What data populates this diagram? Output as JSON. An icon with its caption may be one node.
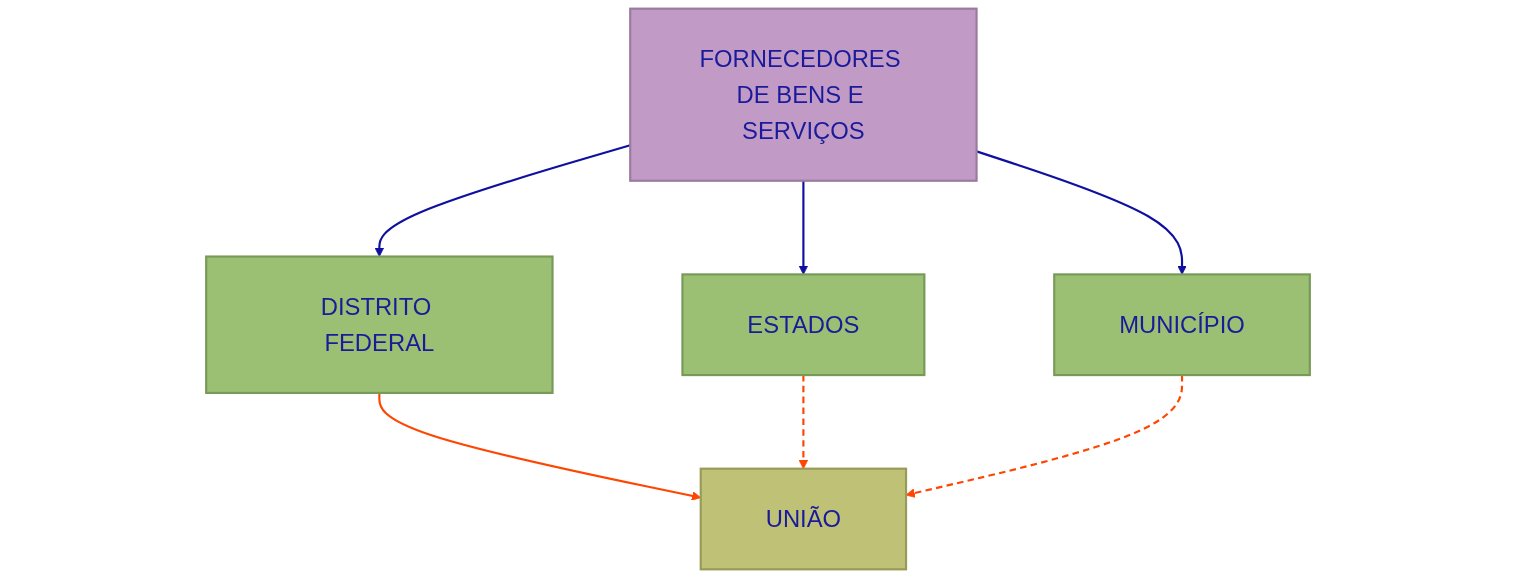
{
  "diagram": {
    "nodes": [
      {
        "text": [
          "FORNECEDORES DE BENS E SERVIÇOS"
        ]
      },
      {
        "text": [
          "ESTADOS"
        ]
      },
      {
        "text": [
          "DISTRITO FEDERAL"
        ]
      },
      {
        "text": [
          "MUNICÍPIO"
        ]
      },
      {
        "text": [
          "UNIÃO"
        ]
      }
    ],
    "edges": [
      {
        "from": 0,
        "to": 1,
        "arrow": "to"
      },
      {
        "from": 0,
        "to": 2,
        "arrow": "to"
      },
      {
        "from": 0,
        "to": 3,
        "arrow": "to"
      },
      {
        "from": 2,
        "to": 4,
        "arrow": "to",
        "color": "#ff4500"
      },
      {
        "from": 1,
        "to": 4,
        "arrow": "to",
        "style": "dashed",
        "color": "#ff4500"
      },
      {
        "from": 3,
        "to": 4,
        "arrow": "to",
        "style": "dashed",
        "color": "#ff4500"
      }
    ]
  }
}
